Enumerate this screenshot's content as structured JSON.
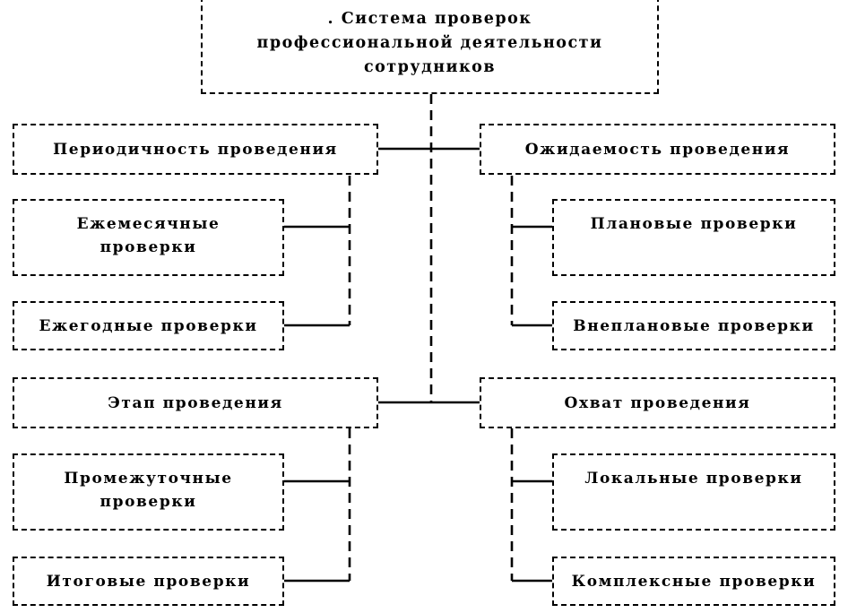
{
  "diagram": {
    "title": "Система проверок профессиональной деятельности сотрудников",
    "type": "hierarchy-tree",
    "colors": {
      "line": "#000000",
      "text": "#000000",
      "background": "#ffffff"
    },
    "root": {
      "id": "root",
      "label": ".        Система проверок\nпрофессиональной деятельности\nсотрудников"
    },
    "branches": [
      {
        "id": "periodicity",
        "label": "Периодичность проведения",
        "side": "left",
        "children": [
          {
            "id": "monthly",
            "label": "Ежемесячные\nпроверки"
          },
          {
            "id": "annual",
            "label": "Ежегодные проверки"
          }
        ]
      },
      {
        "id": "expectedness",
        "label": "Ожидаемость проведения",
        "side": "right",
        "children": [
          {
            "id": "planned",
            "label": "Плановые проверки"
          },
          {
            "id": "unplanned",
            "label": "Внеплановые проверки"
          }
        ]
      },
      {
        "id": "stage",
        "label": "Этап проведения",
        "side": "left",
        "children": [
          {
            "id": "interim",
            "label": "Промежуточные\nпроверки"
          },
          {
            "id": "final",
            "label": "Итоговые проверки"
          }
        ]
      },
      {
        "id": "coverage",
        "label": "Охват проведения",
        "side": "right",
        "children": [
          {
            "id": "local",
            "label": "Локальные проверки"
          },
          {
            "id": "complex",
            "label": "Комплексные проверки"
          }
        ]
      }
    ]
  }
}
